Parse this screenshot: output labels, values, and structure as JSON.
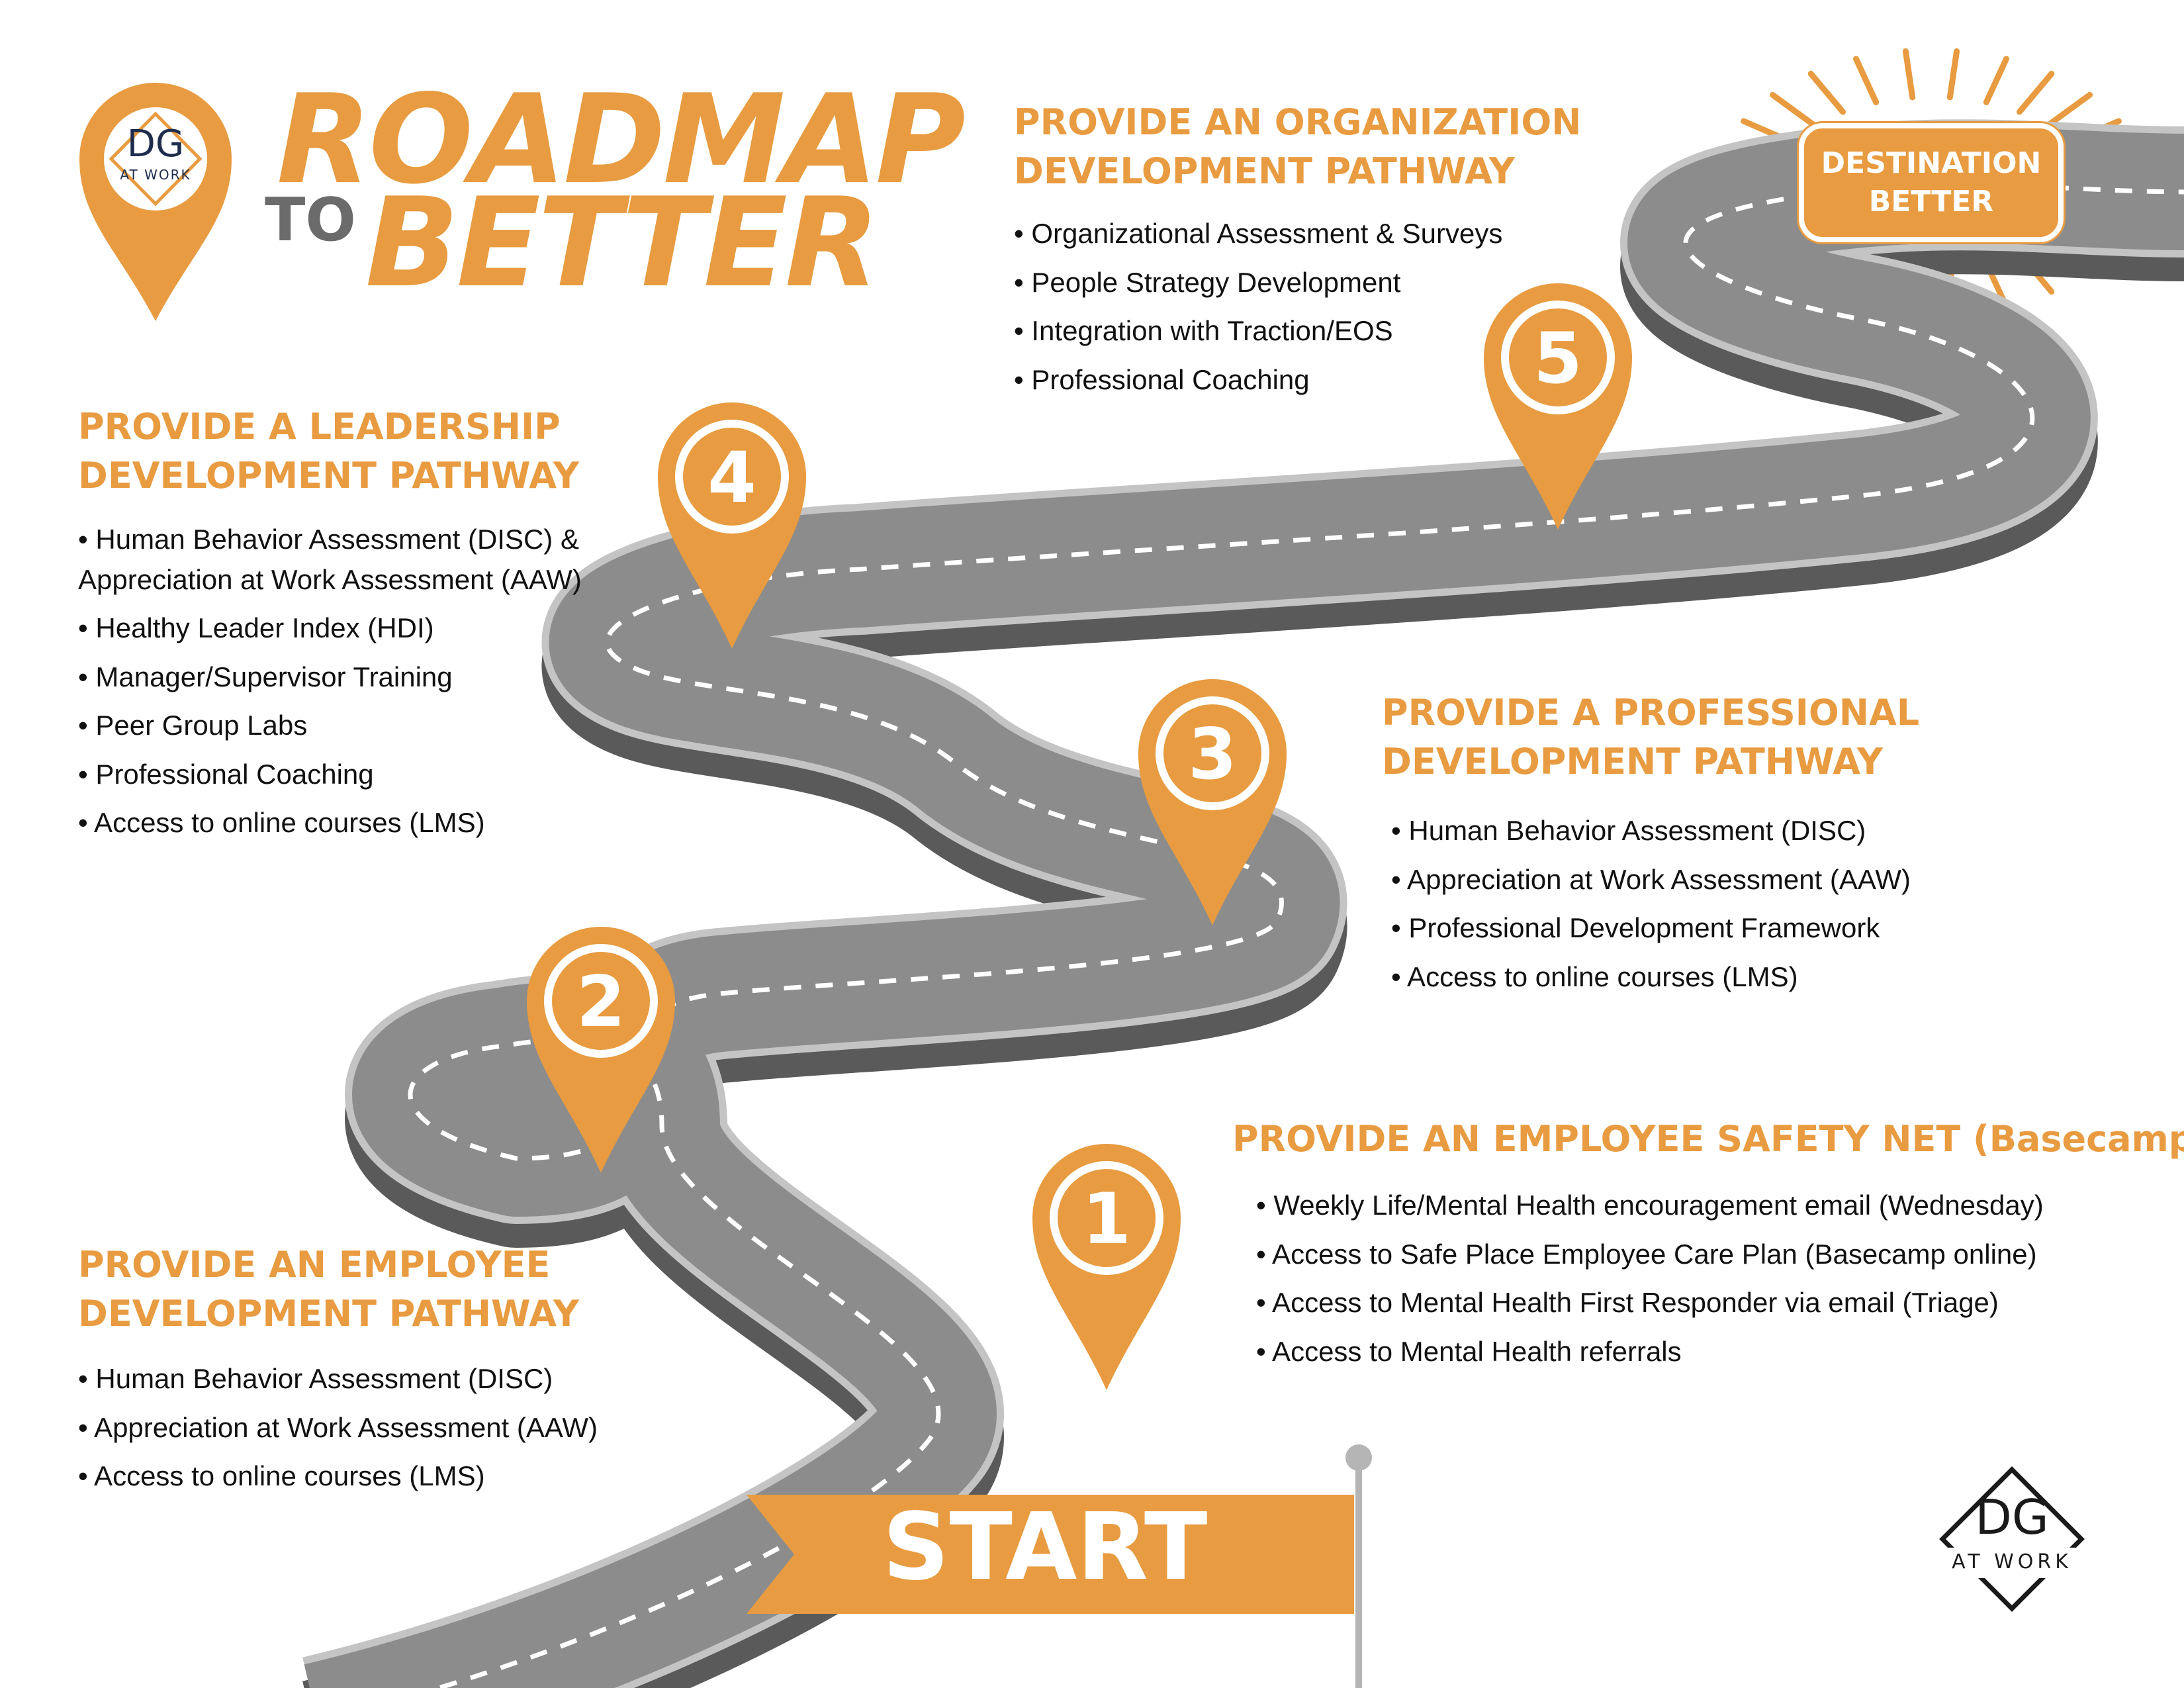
{
  "title": {
    "line1": "ROADMAP",
    "to": "TO",
    "line2": "BETTER"
  },
  "logo": {
    "letters": "DG",
    "sub": "AT WORK"
  },
  "destination": {
    "line1": "DESTINATION",
    "line2": "BETTER"
  },
  "start_label": "START",
  "markers": [
    "1",
    "2",
    "3",
    "4",
    "5"
  ],
  "sections": {
    "organization": {
      "heading": [
        "PROVIDE AN ORGANIZATION",
        "DEVELOPMENT PATHWAY"
      ],
      "items": [
        "• Organizational Assessment & Surveys",
        "• People Strategy Development",
        "• Integration with Traction/EOS",
        "• Professional Coaching"
      ]
    },
    "leadership": {
      "heading": [
        "PROVIDE A LEADERSHIP",
        "DEVELOPMENT PATHWAY"
      ],
      "items": [
        "• Human Behavior Assessment (DISC) & Appreciation at Work Assessment (AAW)",
        "• Healthy Leader Index (HDI)",
        "• Manager/Supervisor Training",
        "• Peer Group Labs",
        "• Professional Coaching",
        "• Access to online courses (LMS)"
      ]
    },
    "professional": {
      "heading": [
        "PROVIDE A PROFESSIONAL",
        "DEVELOPMENT PATHWAY"
      ],
      "items": [
        "• Human Behavior Assessment (DISC)",
        "• Appreciation at Work Assessment (AAW)",
        "• Professional Development Framework",
        "• Access to online courses (LMS)"
      ]
    },
    "safety": {
      "heading": [
        "PROVIDE AN EMPLOYEE SAFETY NET (Basecamp)"
      ],
      "items": [
        "• Weekly Life/Mental Health encouragement email (Wednesday)",
        "• Access to Safe Place Employee Care Plan (Basecamp online)",
        "• Access to Mental Health First Responder via email (Triage)",
        "• Access to Mental Health referrals"
      ]
    },
    "employee": {
      "heading": [
        "PROVIDE AN EMPLOYEE",
        "DEVELOPMENT PATHWAY"
      ],
      "items": [
        "• Human Behavior Assessment (DISC)",
        "• Appreciation at Work Assessment (AAW)",
        "• Access to online courses (LMS)"
      ]
    }
  },
  "colors": {
    "accent": "#E89B40",
    "road": "#8c8c8c",
    "road_edge": "#c4c4c4",
    "road_side": "#5a5a5a",
    "navy": "#1f2d4d",
    "text": "#111111"
  }
}
